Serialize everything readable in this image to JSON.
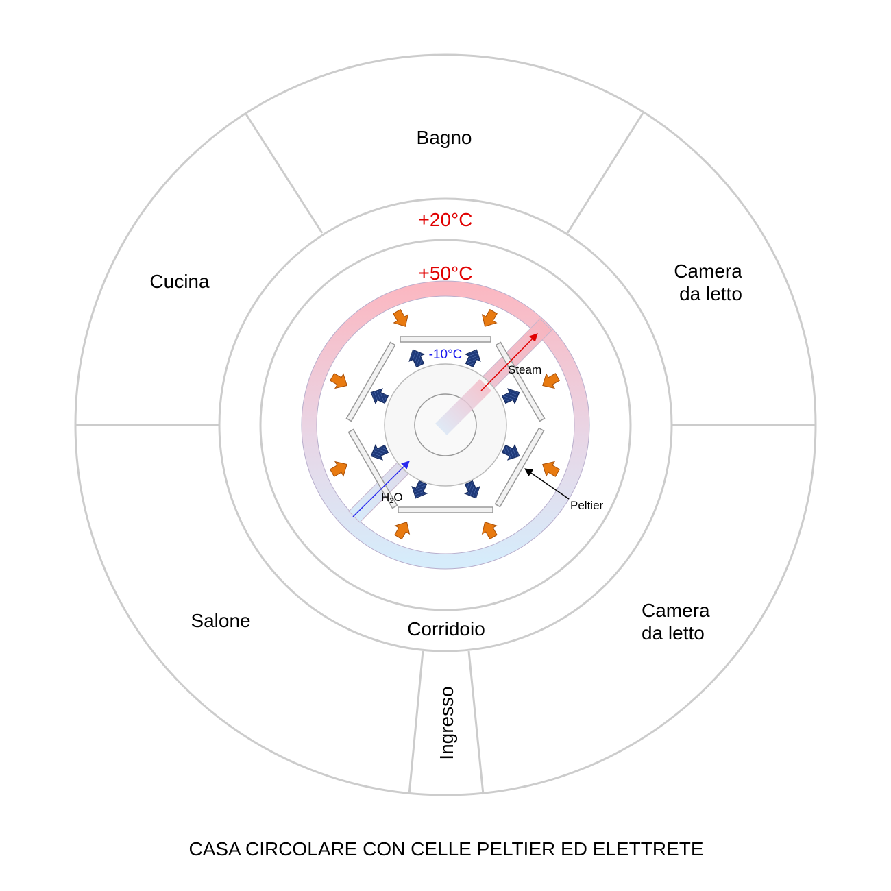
{
  "rooms": {
    "bagno": "Bagno",
    "cucina": "Cucina",
    "camera_top_line1": "Camera",
    "camera_top_line2": "da letto",
    "salone": "Salone",
    "corridoio": "Corridoio",
    "camera_bottom_line1": "Camera",
    "camera_bottom_line2": "da letto",
    "ingresso": "Ingresso"
  },
  "temperatures": {
    "outer_ring": "+20°C",
    "hot_ring": "+50°C",
    "cold_core": "-10°C"
  },
  "labels": {
    "steam": "Steam",
    "water_main": "H",
    "water_sub": "2",
    "water_tail": "O",
    "peltier": "Peltier"
  },
  "title": "CASA CIRCOLARE CON CELLE PELTIER ED ELETTRETE",
  "colors": {
    "wall": "#cccccc",
    "hot_text": "#e00000",
    "cold_text": "#1a1aee",
    "hot_arrow": "#e87a10",
    "cold_arrow": "#1f3a7a",
    "pipe_hot": "#f8b8c0",
    "pipe_cold": "#d8ecfa",
    "steam_arrow": "#e00000",
    "water_arrow": "#2a2aee"
  }
}
